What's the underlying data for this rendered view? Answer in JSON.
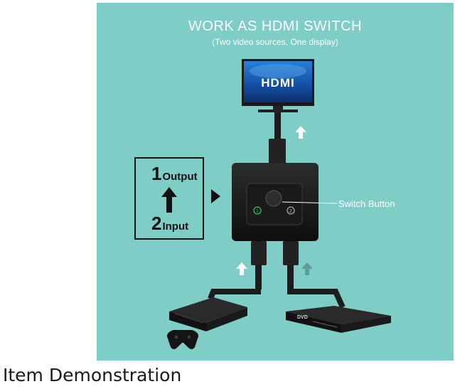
{
  "diagram": {
    "title": "WORK AS HDMI SWITCH",
    "subtitle": "(Two video sources, One display)",
    "tv_screen_text": "HDMI",
    "output_number": "1",
    "output_label": "Output",
    "input_number": "2",
    "input_label": "Input",
    "switch_label": "Switch Button",
    "port_1": "1",
    "port_2": "2",
    "dvd_text": "DVD"
  },
  "caption": "Item Demonstration",
  "colors": {
    "panel": "#7fcdc7",
    "device": "#141414",
    "arrow_active": "#ffffff",
    "arrow_inactive": "#5e9e99",
    "led": "#2fc26a"
  }
}
